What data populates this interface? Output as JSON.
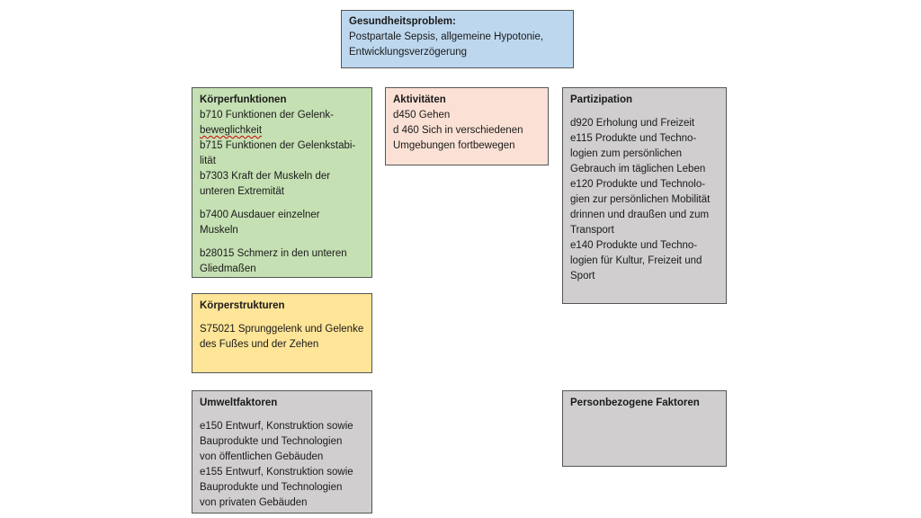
{
  "colors": {
    "health": "#bdd7ee",
    "body_functions": "#c5e0b3",
    "activities": "#fbe1d5",
    "participation": "#d0cece",
    "body_structures": "#ffe598",
    "environmental": "#d0cece",
    "personal": "#d0cece",
    "border": "#555555"
  },
  "health_problem": {
    "title": "Gesundheitsproblem:",
    "lines": [
      "Postpartale Sepsis, allgemeine Hypotonie,",
      "Entwicklungsverzögerung"
    ]
  },
  "body_functions": {
    "title": "Körperfunktionen",
    "lines": [
      "b710 Funktionen der Gelenk-",
      "beweglichkeit",
      "b715 Funktionen der Gelenkstabi-",
      "lität",
      "b7303 Kraft der Muskeln der",
      "unteren Extremität",
      "b7400 Ausdauer einzelner",
      "Muskeln",
      "b28015 Schmerz in den unteren",
      "Gliedmaßen"
    ]
  },
  "activities": {
    "title": "Aktivitäten",
    "lines": [
      "d450 Gehen",
      "d 460 Sich in verschiedenen",
      "Umgebungen fortbewegen"
    ]
  },
  "participation": {
    "title": "Partizipation",
    "lines": [
      "d920 Erholung und Freizeit",
      "e115 Produkte und Techno-",
      "logien zum persönlichen",
      "Gebrauch im täglichen Leben",
      "e120 Produkte und Technolo-",
      "gien zur persönlichen Mobilität",
      "drinnen und draußen und zum",
      "Transport",
      "e140 Produkte und Techno-",
      "logien für Kultur, Freizeit und",
      "Sport"
    ]
  },
  "body_structures": {
    "title": "Körperstrukturen",
    "lines": [
      "S75021 Sprunggelenk und Gelenke",
      "des Fußes und der Zehen"
    ]
  },
  "environmental_factors": {
    "title": "Umweltfaktoren",
    "lines": [
      "e150 Entwurf, Konstruktion sowie",
      "Bauprodukte und Technologien",
      "von öffentlichen Gebäuden",
      "e155 Entwurf, Konstruktion sowie",
      "Bauprodukte und Technologien",
      "von privaten Gebäuden"
    ]
  },
  "personal_factors": {
    "title": "Personbezogene Faktoren"
  }
}
